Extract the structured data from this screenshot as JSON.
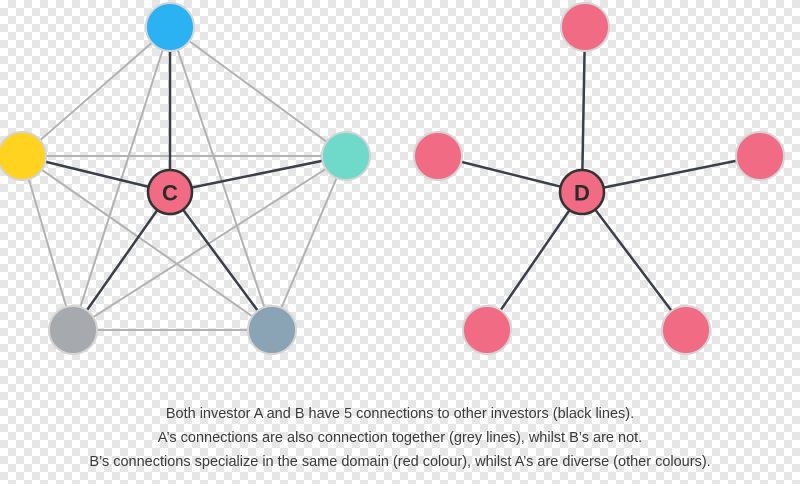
{
  "colors": {
    "black_edge": "#3a3f4a",
    "grey_edge": "#b3b3b3",
    "node_stroke": "#d4d4d4",
    "hub_stroke": "#333333",
    "hub_fill": "#f26b84",
    "red": "#f26b84",
    "blue": "#2bb2f2",
    "yellow": "#ffd31f",
    "teal": "#6fdac9",
    "grey": "#a6a9ad",
    "slate": "#8aa3b5"
  },
  "networks": [
    {
      "hub": {
        "label": "C",
        "color": "#f26b84"
      },
      "nodes": [
        {
          "color": "#2bb2f2"
        },
        {
          "color": "#6fdac9"
        },
        {
          "color": "#8aa3b5"
        },
        {
          "color": "#a6a9ad"
        },
        {
          "color": "#ffd31f"
        }
      ],
      "interconnected": true
    },
    {
      "hub": {
        "label": "D",
        "color": "#f26b84"
      },
      "nodes": [
        {
          "color": "#f26b84"
        },
        {
          "color": "#f26b84"
        },
        {
          "color": "#f26b84"
        },
        {
          "color": "#f26b84"
        },
        {
          "color": "#f26b84"
        }
      ],
      "interconnected": false
    }
  ],
  "caption": {
    "line1": "Both investor A and B have 5 connections to other investors (black lines).",
    "line2": "A’s connections are also connection together (grey lines), whilst B’s are not.",
    "line3": "B’s connections specialize in the same domain (red colour), whilst A’s are diverse (other colours)."
  }
}
